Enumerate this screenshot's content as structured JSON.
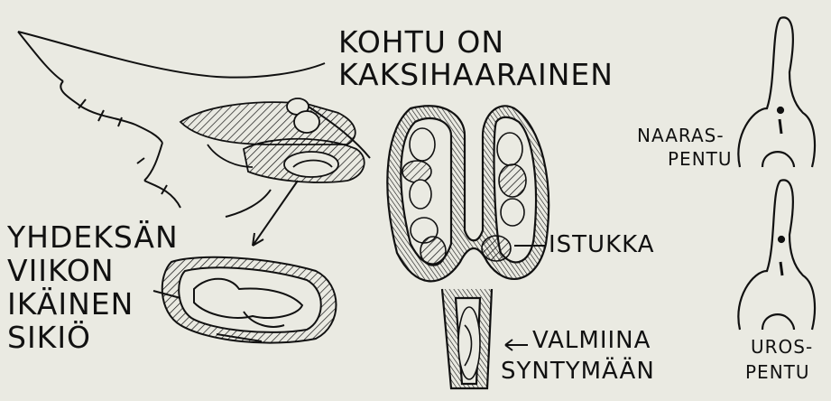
{
  "labels": {
    "title_line1": "KOHTU ON",
    "title_line2": "KAKSIHAARAINEN",
    "embryo_line1": "YHDEKSÄN",
    "embryo_line2": "VIIKON",
    "embryo_line3": "IKÄINEN",
    "embryo_line4": "SIKIÖ",
    "placenta": "ISTUKKA",
    "ready_line1": "VALMIINA",
    "ready_line2": "SYNTYMÄÄN",
    "female_line1": "NAARAS-",
    "female_line2": "PENTU",
    "male_line1": "UROS-",
    "male_line2": "PENTU"
  },
  "colors": {
    "ink": "#111111",
    "paper": "#eaeae2"
  }
}
